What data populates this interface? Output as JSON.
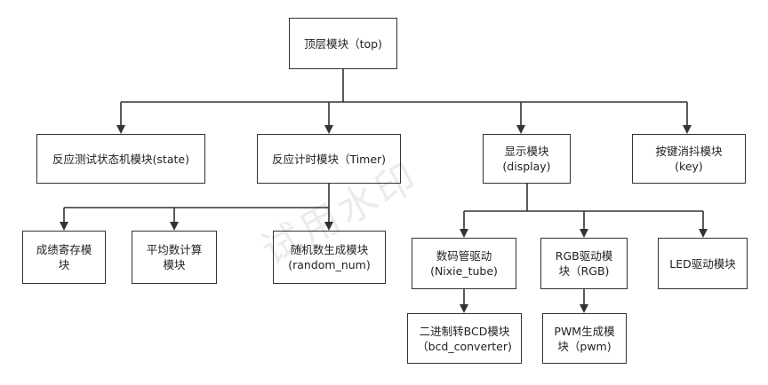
{
  "watermark": "试用水印",
  "nodes": {
    "top": "顶层模块（top)",
    "state": "反应测试状态机模块(state)",
    "timer": "反应计时模块（Timer)",
    "display": "显示模块\n(display)",
    "key": "按键消抖模块\n(key)",
    "score": "成绩寄存模\n块",
    "avg": "平均数计算\n模块",
    "random": "随机数生成模块\n(random_num)",
    "nixie": "数码管驱动\n(Nixie_tube)",
    "rgb": "RGB驱动模\n块（RGB)",
    "led": "LED驱动模块",
    "bcd": "二进制转BCD模块\n（bcd_converter)",
    "pwm": "PWM生成模\n块（pwm)"
  },
  "colors": {
    "line": "#333333",
    "box_border": "#333333",
    "text": "#222222"
  }
}
